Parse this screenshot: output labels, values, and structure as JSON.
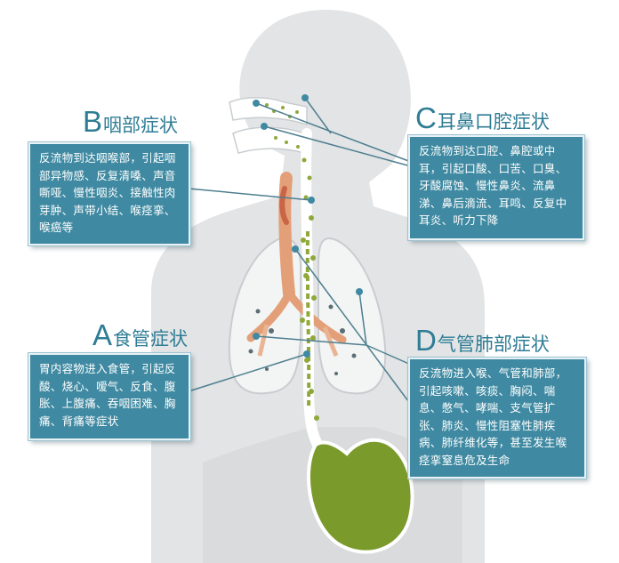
{
  "sections": {
    "a": {
      "letter": "A",
      "title": "食管症状",
      "text": "胃内容物进入食管，引起反酸、烧心、嗳气、反食、腹胀、上腹痛、吞咽困难、胸痛、背痛等症状"
    },
    "b": {
      "letter": "B",
      "title": "咽部症状",
      "text": "反流物到达咽喉部，引起咽部异物感、反复清嗓、声音嘶哑、慢性咽炎、接触性肉芽肿、声带小结、喉痉挛、喉癌等"
    },
    "c": {
      "letter": "C",
      "title": "耳鼻口腔症状",
      "text": "反流物到达口腔、鼻腔或中耳，引起口酸、口苦、口臭、牙酸腐蚀、慢性鼻炎、流鼻涕、鼻后滴流、耳鸣、反复中耳炎、听力下降"
    },
    "d": {
      "letter": "D",
      "title": "气管肺部症状",
      "text": "反流物进入喉、气管和肺部，引起咳嗽、咳痰、胸闷、喘息、憋气、哮喘、支气管扩张、肺炎、慢性阻塞性肺疾病、肺纤维化等，甚至发生喉痉挛窒息危及生命"
    }
  },
  "colors": {
    "accent": "#3f8aa2",
    "heading": "#2f7d95",
    "stomach": "#7a9a2c",
    "reflux": "#8fa83a",
    "airway": "#e3a078",
    "body": "#e2e4e5"
  }
}
